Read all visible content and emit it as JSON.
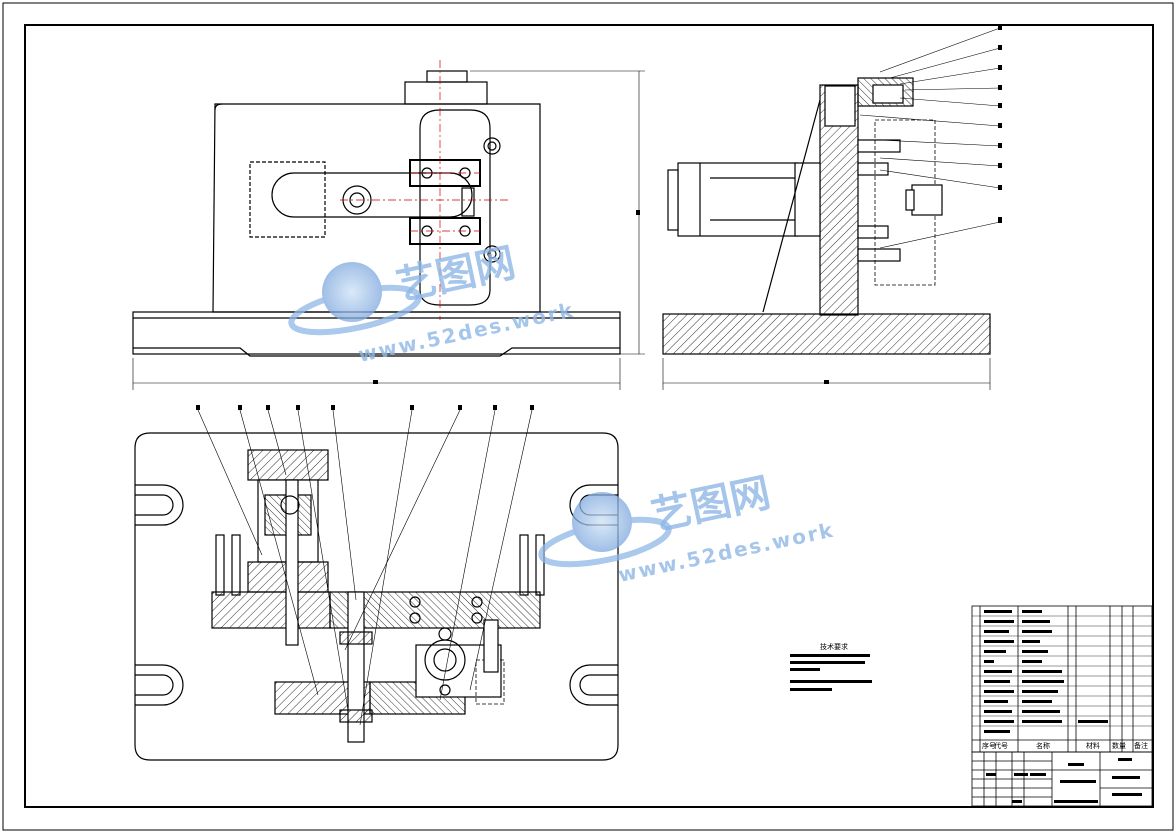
{
  "watermark": {
    "brand": "艺图网",
    "url": "www.52des.work",
    "color": "#8fb7e6"
  },
  "notes": {
    "title": "技术要求"
  },
  "title_block": {
    "col_seq": "序号",
    "col_code": "代号",
    "col_name": "名称",
    "col_material": "材料",
    "col_qty": "数量",
    "col_remark": "备注"
  },
  "colors": {
    "line": "#000000",
    "centerline": "#cc0000",
    "hatch": "#000000"
  }
}
